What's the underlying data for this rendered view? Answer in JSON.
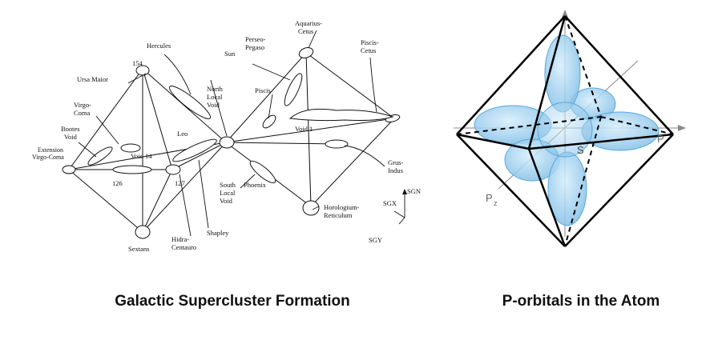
{
  "captions": {
    "left": "Galactic Supercluster Formation",
    "right": "P-orbitals in the Atom"
  },
  "galaxy_labels": {
    "aquarius": [
      "Aquarius-",
      "Cetus"
    ],
    "perseo": [
      "Perseo-",
      "Pegaso"
    ],
    "sun": "Sun",
    "hercules": "Hercules",
    "piscis_cetus": [
      "Piscis-",
      "Cetus"
    ],
    "n154": "154",
    "ursa_major": "Ursa Maior",
    "north_local_void": [
      "North",
      "Local",
      "Void"
    ],
    "piscis": "Piscis",
    "virgo_coma": [
      "Virgo-",
      "Coma"
    ],
    "bootes_void": [
      "Bootes",
      "Void"
    ],
    "leo": "Leo",
    "void1": "Void 1",
    "extension": [
      "Extension",
      "Virgo-Coma"
    ],
    "void14": "Void 14",
    "n126": "126",
    "n127": "127",
    "grus_indus": [
      "Grus-",
      "Indus"
    ],
    "south_local_void": [
      "South",
      "Local",
      "Void"
    ],
    "phoenix": "Phoenix",
    "sgn": "SGN",
    "sgx": "SGX",
    "horologium": [
      "Horologium-",
      "Reticulum"
    ],
    "shapley": "Shapley",
    "hidra": [
      "Hidra-",
      "Centauro"
    ],
    "sextans": "Sextans",
    "sgy": "SGY"
  },
  "atom_labels": {
    "s": "S",
    "pz": "P",
    "pz_sub": "z",
    "px": "P"
  },
  "colors": {
    "lobe_fill": "#8ec9ee",
    "lobe_stroke": "#5aa7d8",
    "line": "#000000",
    "caption": "#111111"
  }
}
